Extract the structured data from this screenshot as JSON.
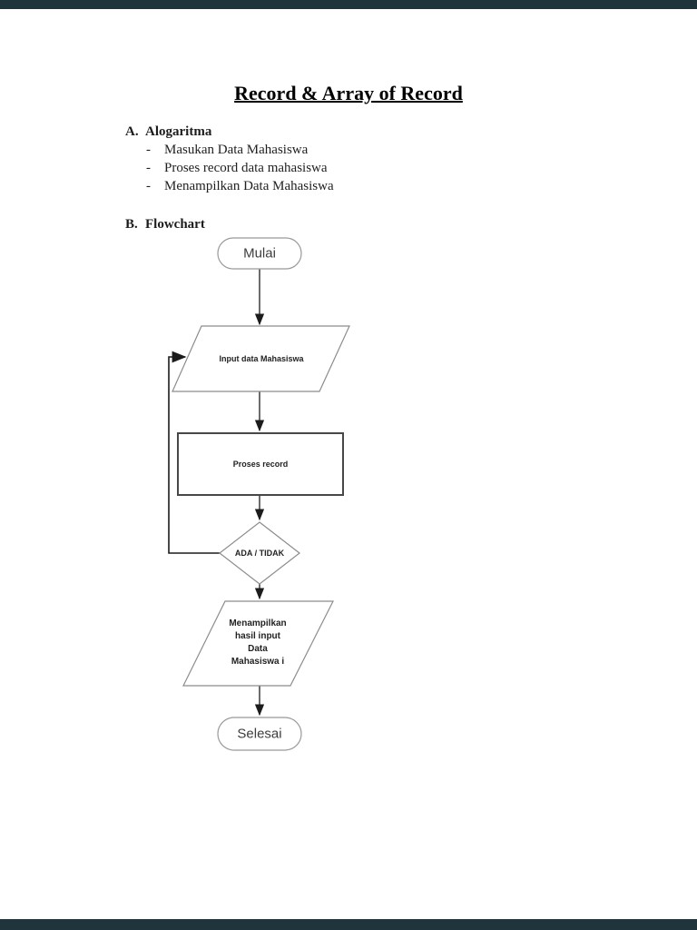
{
  "chrome": {
    "bar_color": "#20343c"
  },
  "document": {
    "title": "Record & Array of Record",
    "section_a": {
      "label": "A.",
      "heading": "Alogaritma",
      "bullet": "-",
      "items": [
        "Masukan Data Mahasiswa",
        "Proses record data mahasiswa",
        "Menampilkan Data Mahasiswa"
      ]
    },
    "section_b": {
      "label": "B.",
      "heading": "Flowchart"
    }
  },
  "flowchart": {
    "start": {
      "type": "terminator",
      "label": "Mulai"
    },
    "input": {
      "type": "input-parallelogram",
      "label": "Input data Mahasiswa"
    },
    "process": {
      "type": "process-rectangle",
      "label": "Proses record"
    },
    "decision": {
      "type": "decision-diamond",
      "label": "ADA / TIDAK"
    },
    "output": {
      "type": "output-parallelogram",
      "label": "Menampilkan hasil input Data Mahasiswa i",
      "lines": [
        "Menampilkan",
        "hasil input",
        "Data",
        "Mahasiswa i"
      ]
    },
    "end": {
      "type": "terminator",
      "label": "Selesai"
    },
    "colors": {
      "connector": "#1c1c1c",
      "shape_border": "#8c8c8c",
      "process_border": "#474747"
    }
  }
}
